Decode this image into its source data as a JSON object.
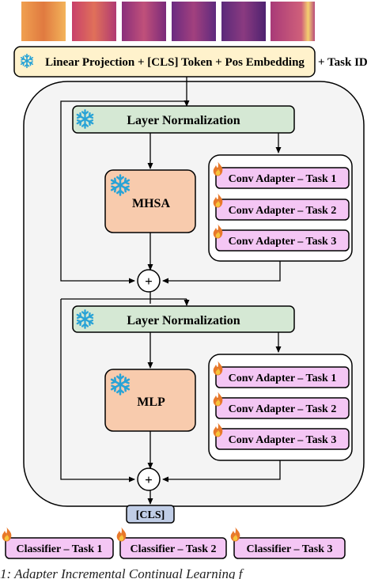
{
  "input": {
    "projection_label": "Linear Projection + [CLS] Token + Pos Embedding",
    "task_id_label": "+ Task ID"
  },
  "block1": {
    "layer_norm_label": "Layer Normalization",
    "core_label": "MHSA",
    "adapters": [
      "Conv Adapter – Task 1",
      "Conv Adapter – Task 2",
      "Conv Adapter – Task 3"
    ],
    "add_symbol": "+"
  },
  "block2": {
    "layer_norm_label": "Layer Normalization",
    "core_label": "MLP",
    "adapters": [
      "Conv Adapter – Task 1",
      "Conv Adapter – Task 2",
      "Conv Adapter – Task 3"
    ],
    "add_symbol": "+"
  },
  "output": {
    "cls_label": "[CLS]",
    "classifiers": [
      "Classifier – Task 1",
      "Classifier – Task 2",
      "Classifier – Task 3"
    ]
  },
  "icons": {
    "frozen": "snowflake-icon",
    "trainable": "flame-icon"
  },
  "colors": {
    "projection_fill": "#fff2cc",
    "layer_norm_fill": "#d5e8d4",
    "core_fill": "#f8cbad",
    "adapter_fill": "#f4c6f4",
    "cls_fill": "#c0cde6",
    "container_fill": "#f4f4f4",
    "snowflake": "#29a3d6",
    "flame": "#e8782a"
  },
  "caption_fragment": "1: Adapter Incremental Continual Learning f"
}
